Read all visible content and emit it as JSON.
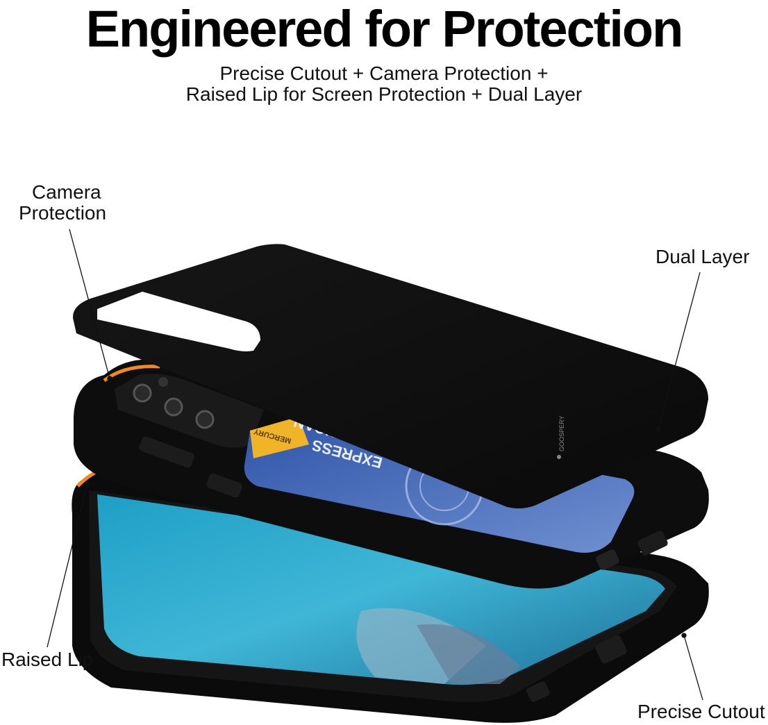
{
  "header": {
    "title": "Engineered for Protection",
    "subtitle_line1": "Precise Cutout + Camera Protection +",
    "subtitle_line2": "Raised Lip for Screen Protection + Dual Layer"
  },
  "callouts": {
    "camera_protection_line1": "Camera",
    "camera_protection_line2": "Protection",
    "dual_layer": "Dual Layer",
    "raised_lip": "Raised Lip",
    "precise_cutout": "Precise Cutout"
  },
  "card": {
    "brand_line1": "AMERICAN",
    "brand_line2": "EXPRESS",
    "tag": "MERCURY"
  },
  "cover_logo": "GOOSPERY",
  "colors": {
    "case": "#0c0c0c",
    "accent_orange": "#f08a1e",
    "card_blue": "#3b64b8",
    "screen_teal": "#2aa7c9"
  }
}
